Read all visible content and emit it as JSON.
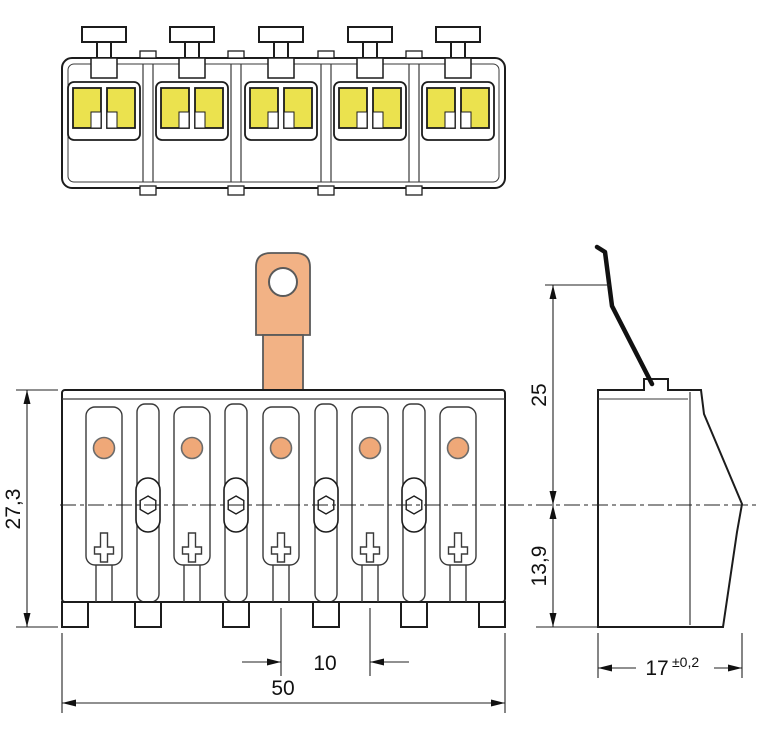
{
  "drawing": {
    "dimension_labels": {
      "front_height": "27,3",
      "front_width": "50",
      "pole_pitch": "10",
      "side_top_to_center": "25",
      "side_center_to_bottom": "13,9",
      "side_depth": "17",
      "side_depth_tolerance": "±0,2"
    },
    "colors": {
      "push_button_yellow": "#ebe24e",
      "ground_lug_copper": "#f2b285",
      "wire_port_copper": "#efa878"
    },
    "pole_count": 5
  }
}
